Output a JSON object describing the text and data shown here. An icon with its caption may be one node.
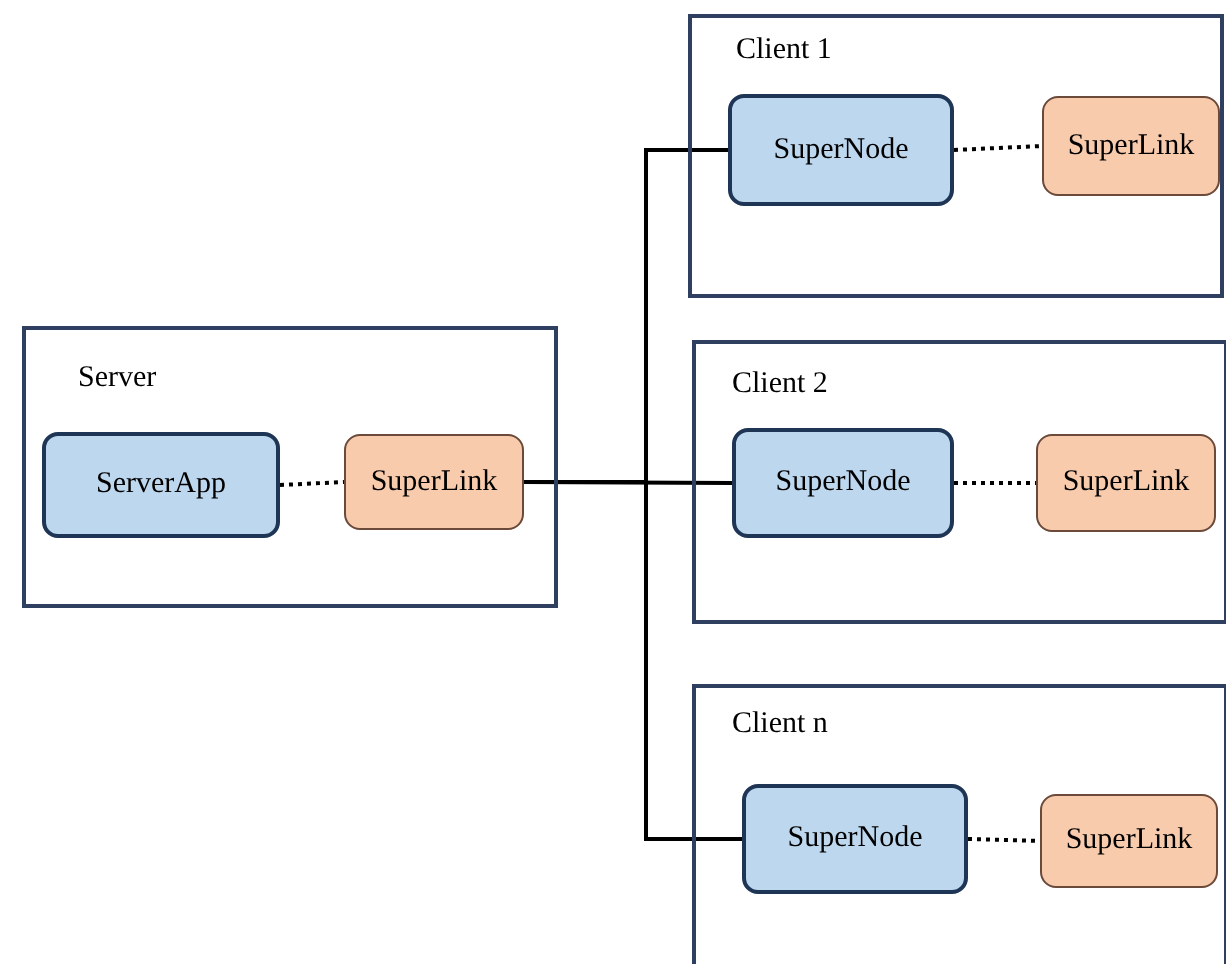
{
  "diagram": {
    "nodes": [
      {
        "text": [
          "Server"
        ]
      },
      {
        "text": [
          "ServerApp"
        ],
        "in": 0
      },
      {
        "text": [
          "SuperLink"
        ],
        "in": 0
      },
      {
        "text": [
          "Client 1"
        ]
      },
      {
        "text": [
          "SuperNode"
        ],
        "in": 3
      },
      {
        "text": [
          "SuperLink"
        ],
        "in": 3
      },
      {
        "text": [
          "Client 2"
        ]
      },
      {
        "text": [
          "SuperNode"
        ],
        "in": 6
      },
      {
        "text": [
          "SuperLink"
        ],
        "in": 6
      },
      {
        "text": [
          "Client n"
        ]
      },
      {
        "text": [
          "SuperNode"
        ],
        "in": 9
      },
      {
        "text": [
          "SuperLink"
        ],
        "in": 9
      }
    ],
    "edges": [
      {
        "from": 1,
        "to": 2,
        "arrow": "none",
        "style": "dashed"
      },
      {
        "from": 2,
        "to": 4,
        "arrow": "none"
      },
      {
        "from": 2,
        "to": 7,
        "arrow": "none"
      },
      {
        "from": 2,
        "to": 10,
        "arrow": "none"
      },
      {
        "from": 4,
        "to": 5,
        "arrow": "none",
        "style": "dashed"
      },
      {
        "from": 7,
        "to": 8,
        "arrow": "none",
        "style": "dashed"
      },
      {
        "from": 10,
        "to": 11,
        "arrow": "none",
        "style": "dashed"
      }
    ]
  }
}
